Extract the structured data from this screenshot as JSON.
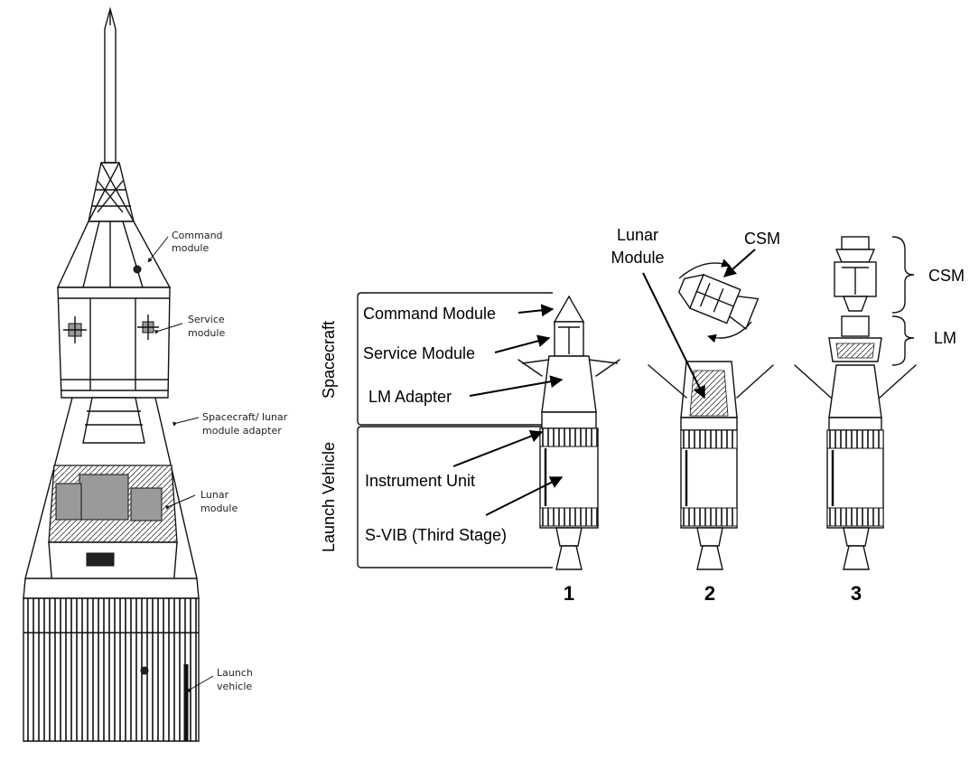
{
  "left_cutaway": {
    "labels": {
      "command_module": [
        "Command",
        "module"
      ],
      "service_module": [
        "Service",
        "module"
      ],
      "adapter": [
        "Spacecraft/ lunar",
        "module adapter"
      ],
      "lunar_module": [
        "Lunar",
        "module"
      ],
      "launch_vehicle": [
        "Launch",
        "vehicle"
      ]
    }
  },
  "right_diagram": {
    "brackets": {
      "spacecraft": "Spacecraft",
      "launch_vehicle": "Launch Vehicle"
    },
    "labels": {
      "command_module": "Command Module",
      "service_module": "Service Module",
      "lm_adapter": "LM Adapter",
      "instrument_unit": "Instrument Unit",
      "third_stage": "S-VIB (Third Stage)",
      "lunar_module": [
        "Lunar",
        "Module"
      ],
      "csm_stage2": "CSM",
      "csm_stage3": "CSM",
      "lm_stage3": "LM"
    },
    "stage_numbers": [
      "1",
      "2",
      "3"
    ]
  }
}
